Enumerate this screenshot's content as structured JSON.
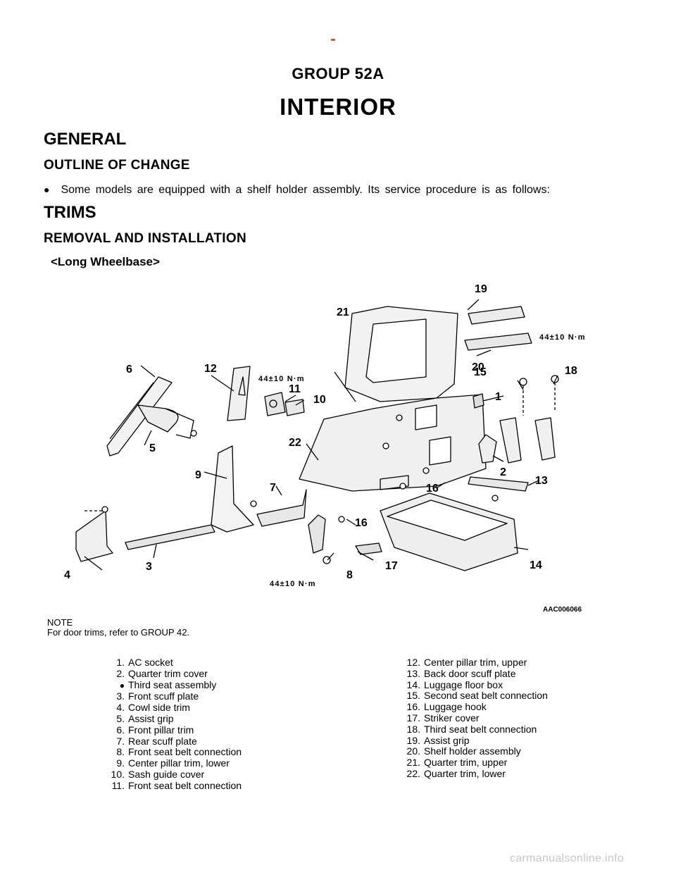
{
  "header": {
    "group": "GROUP 52A",
    "title": "INTERIOR"
  },
  "sections": {
    "general": "GENERAL",
    "outline": "OUTLINE OF CHANGE",
    "bullet_symbol": "●",
    "bullet_text": "Some models are equipped with a shelf holder assembly. Its service procedure is as follows:",
    "trims": "TRIMS",
    "removal": "REMOVAL AND INSTALLATION",
    "variant": "<Long Wheelbase>"
  },
  "diagram": {
    "torque": "44±10 N·m",
    "figure_code": "AAC006066",
    "callouts": [
      "1",
      "2",
      "3",
      "4",
      "5",
      "6",
      "7",
      "8",
      "9",
      "10",
      "11",
      "12",
      "13",
      "14",
      "15",
      "16",
      "17",
      "18",
      "19",
      "20",
      "21",
      "22"
    ]
  },
  "note": {
    "label": "NOTE",
    "text": "For  door trims, refer to GROUP 42."
  },
  "legend": {
    "left": [
      {
        "num": "1.",
        "label": "AC socket"
      },
      {
        "num": "2.",
        "label": "Quarter trim cover"
      },
      {
        "num": "●",
        "label": "Third seat assembly"
      },
      {
        "num": "3.",
        "label": "Front scuff plate"
      },
      {
        "num": "4.",
        "label": "Cowl side trim"
      },
      {
        "num": "5.",
        "label": "Assist grip"
      },
      {
        "num": "6.",
        "label": "Front pillar trim"
      },
      {
        "num": "7.",
        "label": "Rear scuff plate"
      },
      {
        "num": "8.",
        "label": "Front seat belt connection"
      },
      {
        "num": "9.",
        "label": "Center pillar trim, lower"
      },
      {
        "num": "10.",
        "label": "Sash guide cover"
      },
      {
        "num": "11.",
        "label": "Front seat belt connection"
      }
    ],
    "right": [
      {
        "num": "12.",
        "label": "Center pillar trim, upper"
      },
      {
        "num": "13.",
        "label": "Back door scuff plate"
      },
      {
        "num": "14.",
        "label": "Luggage floor box"
      },
      {
        "num": "15.",
        "label": "Second seat belt connection"
      },
      {
        "num": "16.",
        "label": "Luggage hook"
      },
      {
        "num": "17.",
        "label": "Striker cover"
      },
      {
        "num": "18.",
        "label": "Third seat belt connection"
      },
      {
        "num": "19.",
        "label": "Assist grip"
      },
      {
        "num": "20.",
        "label": "Shelf holder assembly"
      },
      {
        "num": "21.",
        "label": "Quarter trim, upper"
      },
      {
        "num": "22.",
        "label": "Quarter trim, lower"
      }
    ]
  },
  "watermark": "carmanualsonline.info"
}
